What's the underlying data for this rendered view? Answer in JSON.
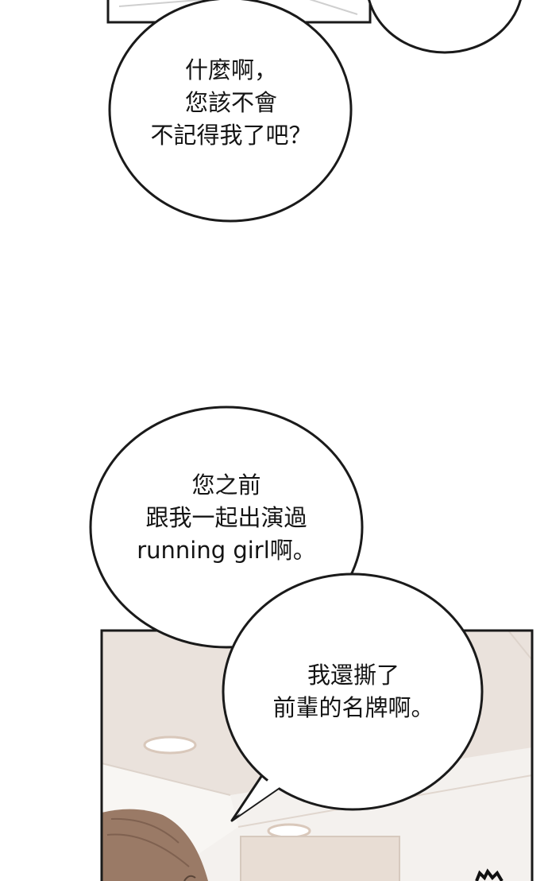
{
  "bubbles": [
    {
      "id": "bubble-1",
      "lines": [
        "什麼啊，",
        "您該不會",
        "不記得我了吧？"
      ]
    },
    {
      "id": "bubble-2",
      "lines": [
        "您之前",
        "跟我一起出演過",
        "running girl啊。"
      ]
    },
    {
      "id": "bubble-3",
      "lines": [
        "我還撕了",
        "前輩的名牌啊。"
      ]
    }
  ],
  "colors": {
    "outline": "#1a1a1a",
    "wall": "#eae2dc",
    "ceiling": "#f2eeea",
    "hair": "#9a7a66"
  }
}
